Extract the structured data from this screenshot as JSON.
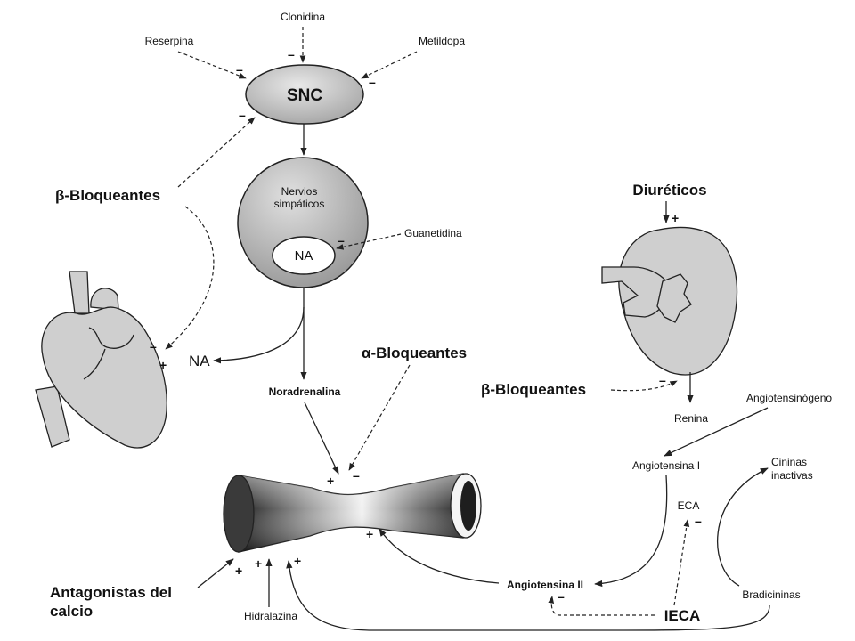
{
  "labels": {
    "snc": "SNC",
    "clonidina": "Clonidina",
    "reserpina": "Reserpina",
    "metildopa": "Metildopa",
    "beta_bloq_1": "β-Bloqueantes",
    "nervios_1": "Nervios",
    "nervios_2": "simpáticos",
    "na_inner": "NA",
    "guanetidina": "Guanetidina",
    "na_heart": "NA",
    "noradrenalina": "Noradrenalina",
    "alpha_bloq": "α-Bloqueantes",
    "diureticos": "Diuréticos",
    "beta_bloq_2": "β-Bloqueantes",
    "renina": "Renina",
    "angiotensinogeno": "Angiotensinógeno",
    "angiotensina_1": "Angiotensina I",
    "cininas_1": "Cininas",
    "cininas_2": "inactivas",
    "eca": "ECA",
    "angiotensina_2": "Angiotensina II",
    "antagonistas_1": "Antagonistas del",
    "antagonistas_2": "calcio",
    "hidralazina": "Hidralazina",
    "ieca": "IECA",
    "bradicininas": "Bradicininas"
  },
  "signs": {
    "minus": "–",
    "plus": "+"
  },
  "colors": {
    "organ_fill": "#cfcfcf",
    "stroke": "#222222",
    "inner_fill": "#ffffff"
  }
}
